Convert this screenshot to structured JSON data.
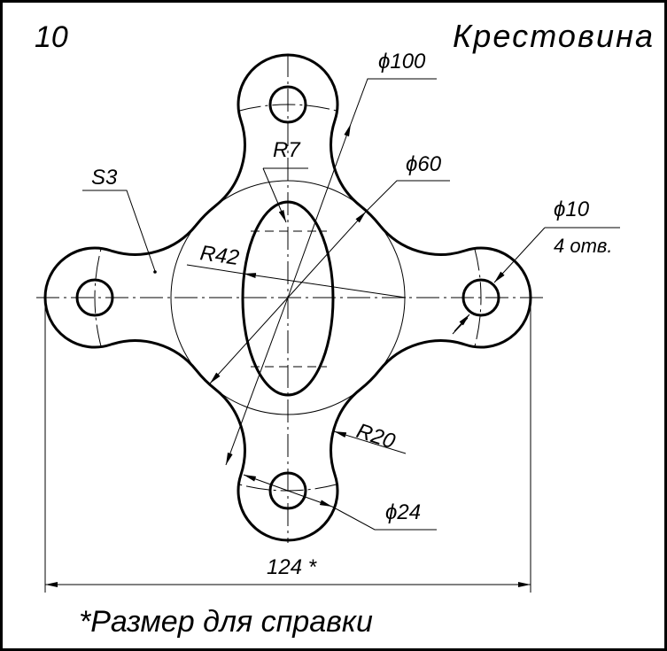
{
  "title": {
    "number": "10",
    "name": "Крестовина"
  },
  "dimensions": {
    "bolt_circle": "ϕ100",
    "body_circle": "ϕ60",
    "end_radius": "R7",
    "slot_radius": "R42",
    "thickness": "S3",
    "hole_diameter": "ϕ10",
    "hole_count": "4 отв.",
    "fillet_radius": "R20",
    "lug_diameter": "ϕ24",
    "overall_width": "124 *"
  },
  "note": "*Размер для справки"
}
